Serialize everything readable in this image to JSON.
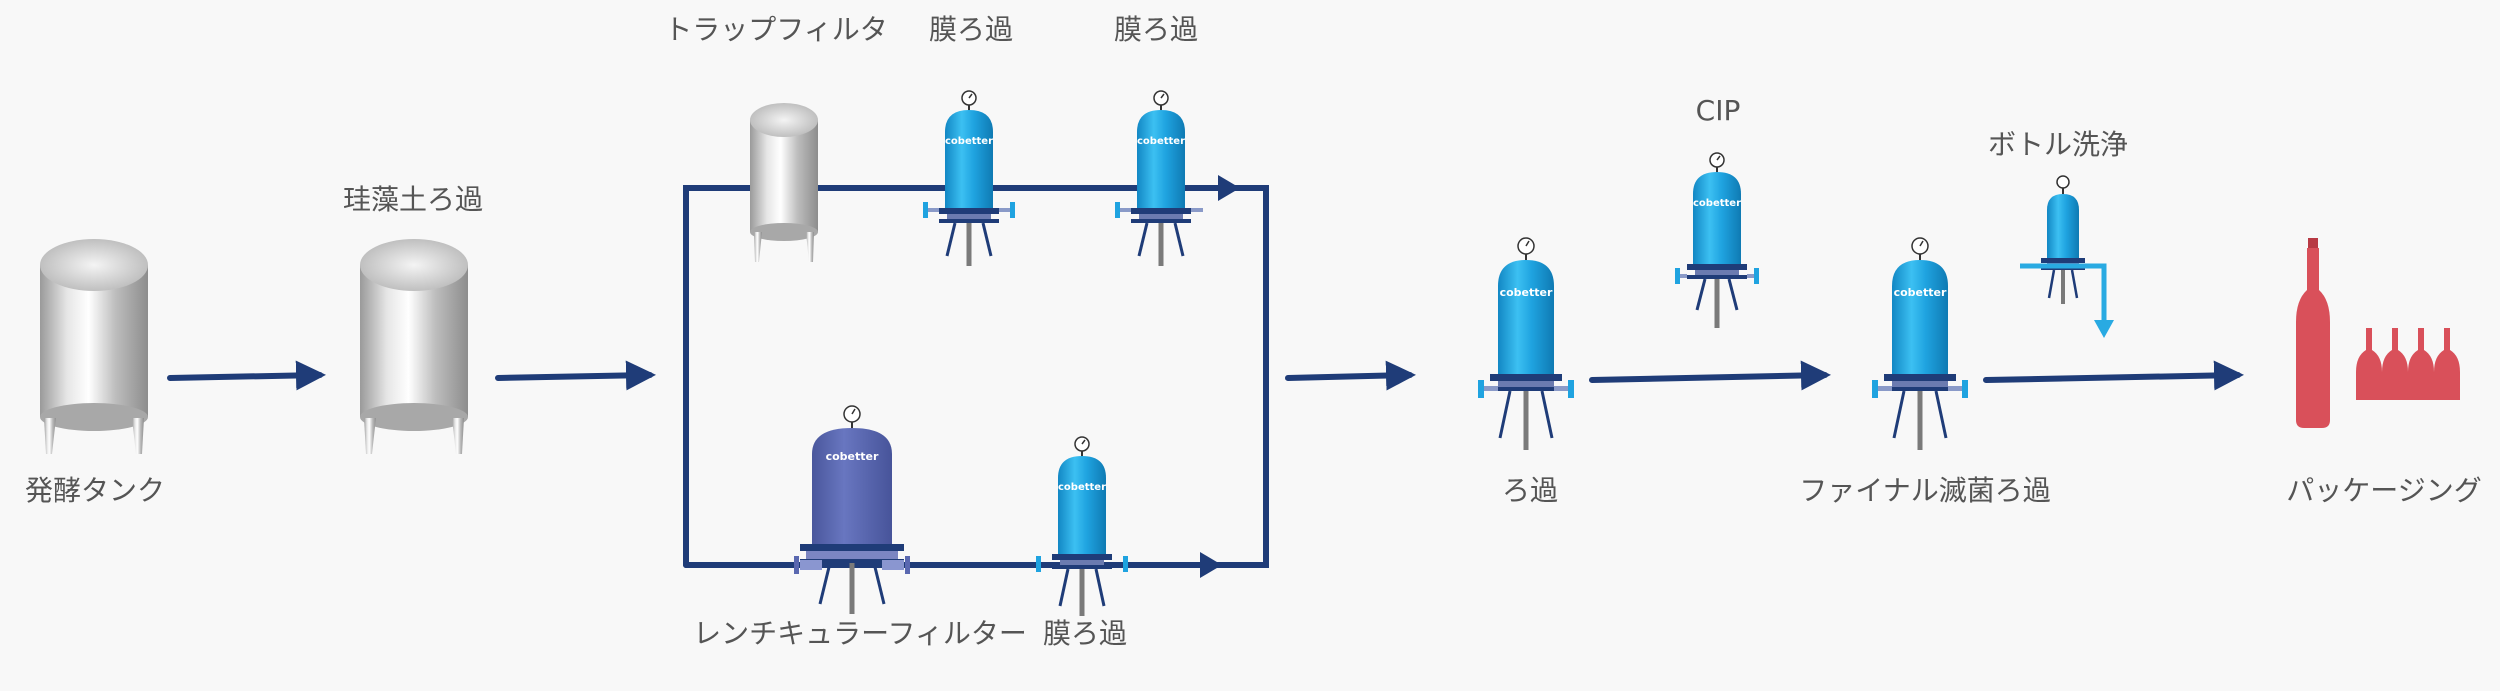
{
  "labels": {
    "fermentation_tank": "発酵タンク",
    "diatomaceous_filtration": "珪藻土ろ過",
    "trap_filter": "トラップフィルタ",
    "membrane_top_1": "膜ろ過",
    "membrane_top_2": "膜ろ過",
    "lenticular_filter": "レンチキュラーフィルター",
    "membrane_bottom": "膜ろ過",
    "filtration": "ろ過",
    "cip": "CIP",
    "final_sterile_filtration": "ファイナル滅菌ろ過",
    "bottle_washing": "ボトル洗浄",
    "packaging": "パッケージング"
  },
  "housing_brand": "cobetter",
  "colors": {
    "pipe": "#1f3c78",
    "housing_blue": "#1fa3e0",
    "lenticular_purple": "#5a68b0",
    "tank_steel": "#c8c8c8",
    "bottle_red": "#d9505a",
    "wash_stream": "#29aae2",
    "label_text": "#555555",
    "background": "#f8f8f8"
  }
}
